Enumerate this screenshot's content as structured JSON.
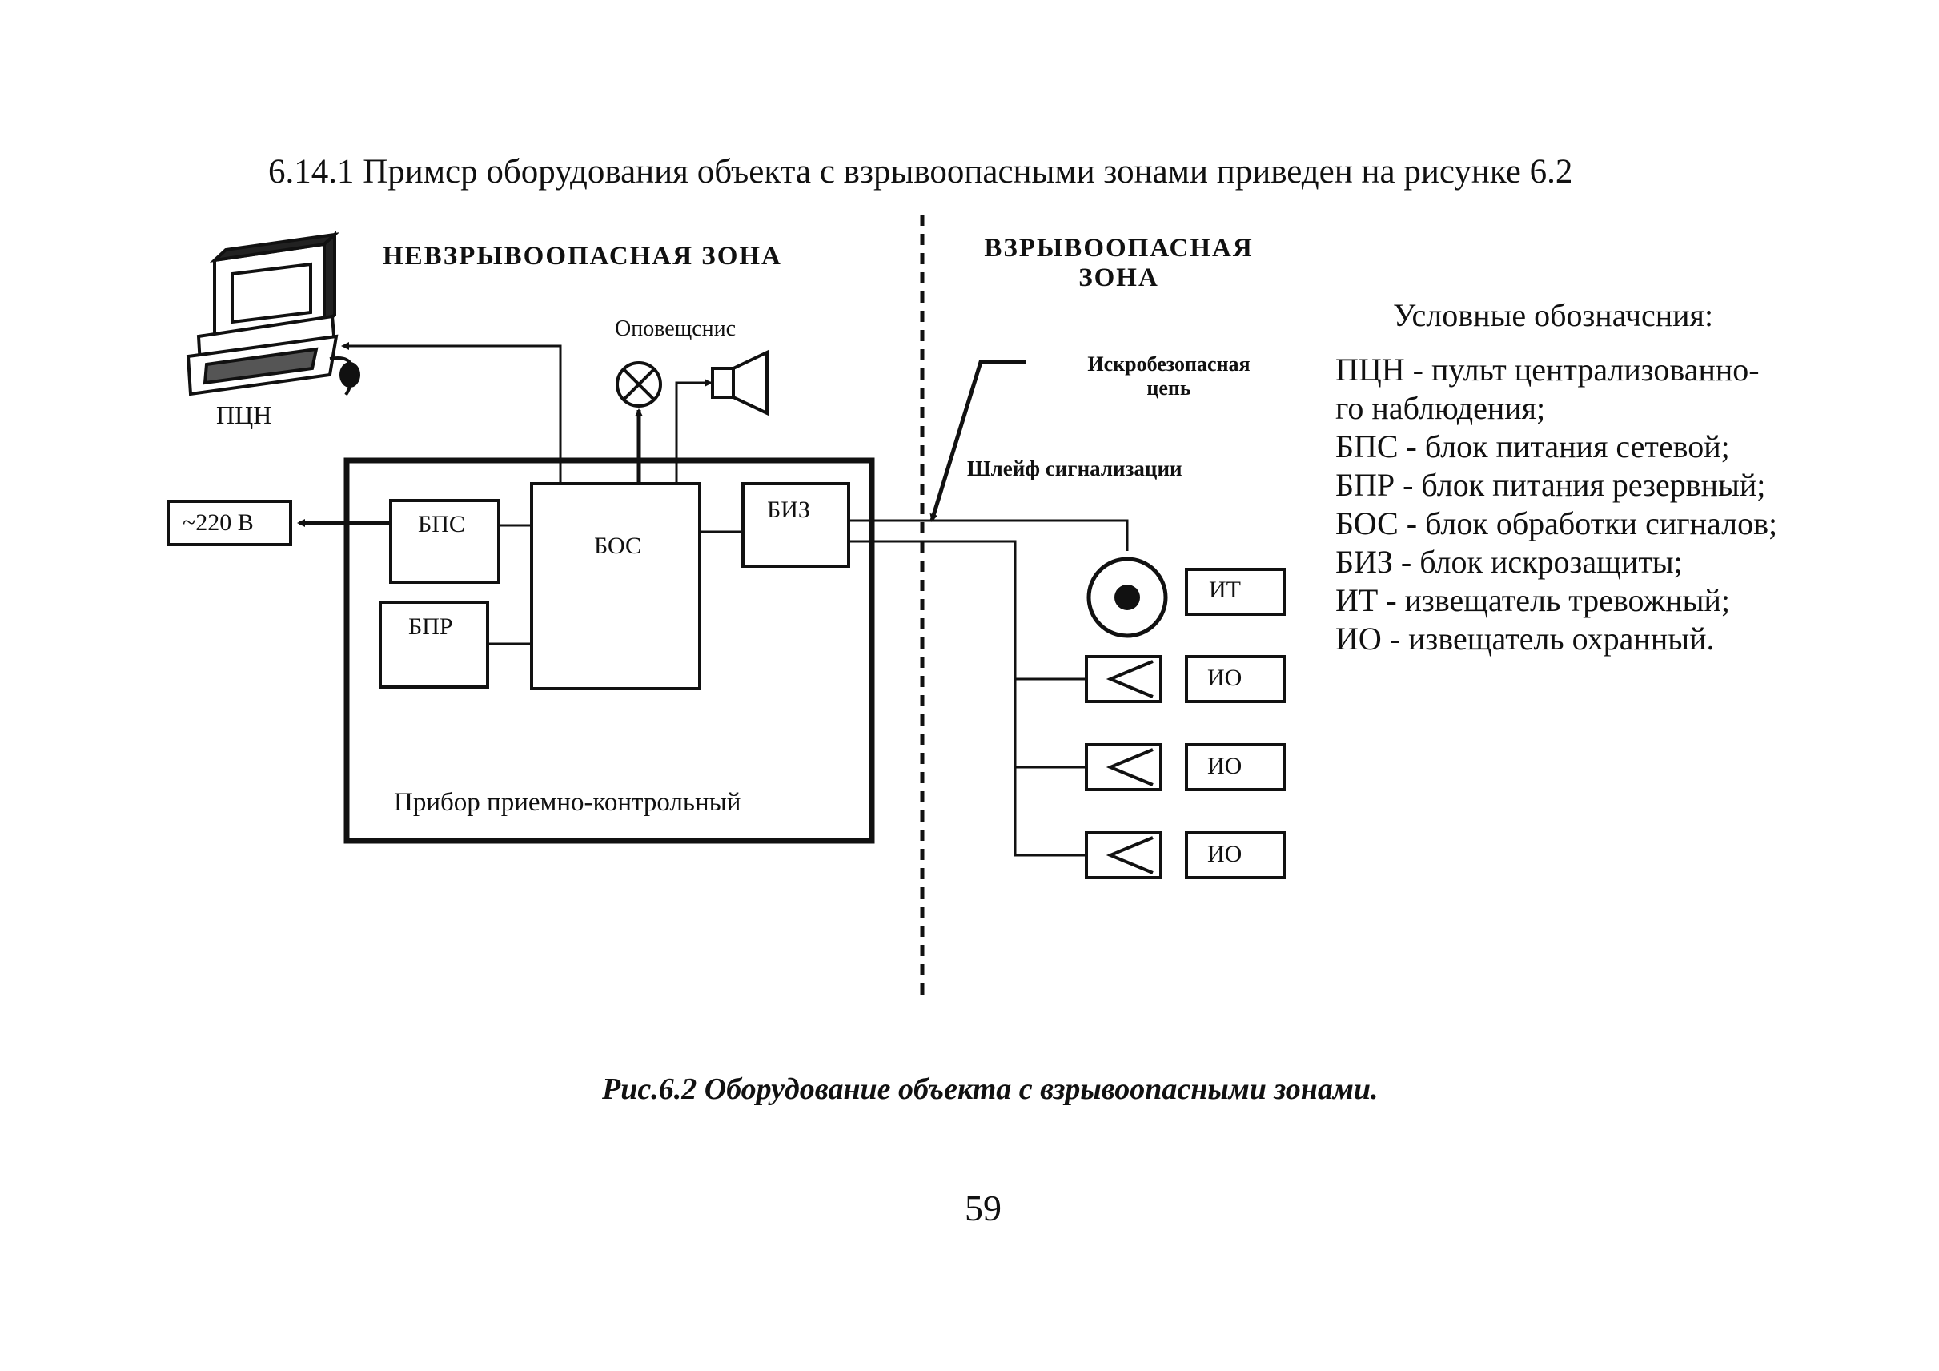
{
  "intro_text": "6.14.1 Примср оборудования объекта с взрывоопасными зонами приведен на рисунке 6.2",
  "diagram": {
    "safe_zone_title": "НЕВЗРЫВООПАСНАЯ ЗОНА",
    "hazard_zone_title_line1": "ВЗРЫВООПАСНАЯ",
    "hazard_zone_title_line2": "ЗОНА",
    "computer_label": "ПЦН",
    "notification_label": "Оповещснис",
    "intrinsic_circuit_line1": "Искробезопасная",
    "intrinsic_circuit_line2": "цепь",
    "alarm_loop_label": "Шлейф сигнализации",
    "power_label": "~220 В",
    "panel_label": "Прибор приемно-контрольный",
    "blocks": {
      "bps": "БПС",
      "bos": "БОС",
      "biz": "БИЗ",
      "bpr": "БПР"
    },
    "detectors": [
      "ИТ",
      "ИО",
      "ИО",
      "ИО"
    ]
  },
  "legend": {
    "title": "Условные обозначсния:",
    "lines": [
      "ПЦН - пульт централизованно-",
      "го наблюдения;",
      "БПС - блок питания сетевой;",
      "БПР - блок питания резервный;",
      "БОС - блок обработки сигналов;",
      "БИЗ - блок искрозащиты;",
      "ИТ - извещатель тревожный;",
      "ИО - извещатель охранный."
    ]
  },
  "caption": "Рис.6.2 Оборудование объекта с взрывоопасными зонами.",
  "page_number": "59"
}
